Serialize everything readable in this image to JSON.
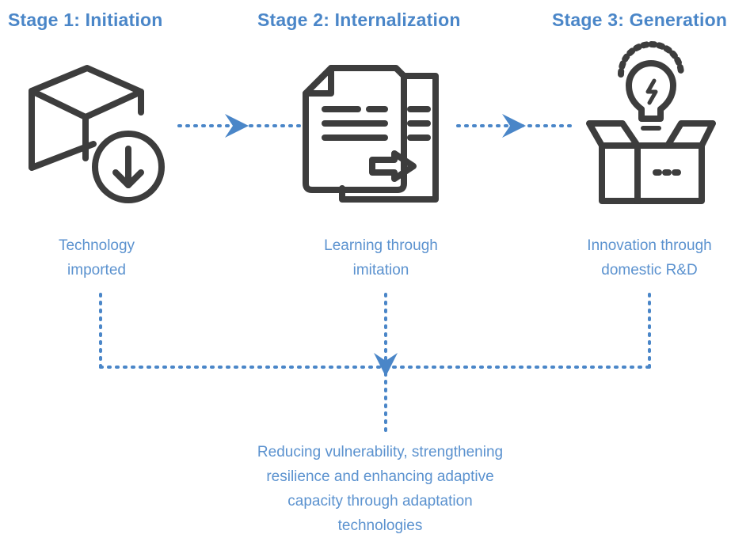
{
  "stages": [
    {
      "title": "Stage 1: Initiation",
      "icon": "box-download-icon",
      "label_lines": [
        "Technology",
        "imported"
      ]
    },
    {
      "title": "Stage 2: Internalization",
      "icon": "documents-arrow-icon",
      "label_lines": [
        "Learning through",
        "imitation"
      ]
    },
    {
      "title": "Stage 3: Generation",
      "icon": "open-box-lightbulb-icon",
      "label_lines": [
        "Innovation through",
        "domestic R&D"
      ]
    }
  ],
  "outcome": {
    "lines": [
      "Reducing vulnerability, strengthening",
      "resilience and enhancing adaptive",
      "capacity through adaptation",
      "technologies"
    ]
  },
  "colors": {
    "accent": "#4a86c8",
    "icon": "#3d3d3d",
    "text": "#5b92cf"
  }
}
